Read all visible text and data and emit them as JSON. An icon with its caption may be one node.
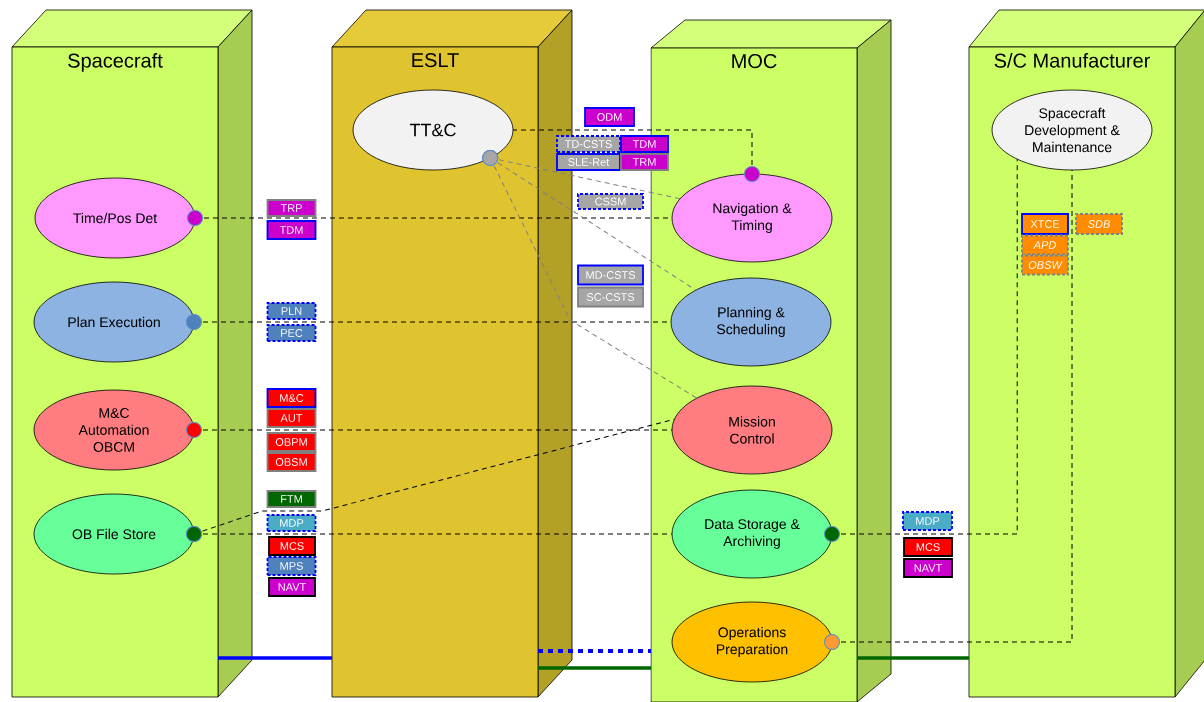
{
  "diagram": {
    "nodes": [
      {
        "text": [
          "Spacecraft"
        ]
      },
      {
        "text": [
          "Time/Pos Det"
        ],
        "in": 0
      },
      {
        "text": [
          "Plan Execution"
        ],
        "in": 0
      },
      {
        "text": [
          "M&C Automation OBCM"
        ],
        "in": 0
      },
      {
        "text": [
          "OB File Store"
        ],
        "in": 0
      },
      {
        "text": [
          "ESLT"
        ]
      },
      {
        "text": [
          "TT&C"
        ],
        "in": 5
      },
      {
        "text": [
          "MOC"
        ]
      },
      {
        "text": [
          "Navigation & Timing"
        ],
        "in": 7
      },
      {
        "text": [
          "Planning & Scheduling"
        ],
        "in": 7
      },
      {
        "text": [
          "Mission Control"
        ],
        "in": 7
      },
      {
        "text": [
          "Data Storage & Archiving"
        ],
        "in": 7
      },
      {
        "text": [
          "Operations Preparation"
        ],
        "in": 7
      },
      {
        "text": [
          "S/C Manufacturer"
        ]
      },
      {
        "text": [
          "Spacecraft Development & Maintenance"
        ],
        "in": 13
      },
      {
        "text": [
          "TRP"
        ]
      },
      {
        "text": [
          "TDM"
        ]
      },
      {
        "text": [
          "PLN"
        ]
      },
      {
        "text": [
          "PEC"
        ]
      },
      {
        "text": [
          "M&C"
        ]
      },
      {
        "text": [
          "AUT"
        ]
      },
      {
        "text": [
          "OBPM"
        ]
      },
      {
        "text": [
          "OBSM"
        ]
      },
      {
        "text": [
          "FTM"
        ]
      },
      {
        "text": [
          "MDP"
        ]
      },
      {
        "text": [
          "MCS"
        ]
      },
      {
        "text": [
          "MPS"
        ]
      },
      {
        "text": [
          "NAVT"
        ]
      },
      {
        "text": [
          "ODM"
        ]
      },
      {
        "text": [
          "TD-CSTS"
        ]
      },
      {
        "text": [
          "TDM"
        ]
      },
      {
        "text": [
          "SLE-Ret"
        ]
      },
      {
        "text": [
          "TRM"
        ]
      },
      {
        "text": [
          "CSSM"
        ]
      },
      {
        "text": [
          "MD-CSTS"
        ]
      },
      {
        "text": [
          "SC-CSTS"
        ]
      },
      {
        "text": [
          "MDP"
        ]
      },
      {
        "text": [
          "MCS"
        ]
      },
      {
        "text": [
          "NAVT"
        ]
      },
      {
        "text": [
          "XTCE"
        ],
        "in": 13
      },
      {
        "text": [
          "SDB"
        ],
        "in": 13
      },
      {
        "text": [
          "APD"
        ],
        "in": 13
      },
      {
        "text": [
          "OBSW"
        ],
        "in": 13
      }
    ],
    "edges": [
      {
        "from": 1,
        "to": 8,
        "arrow": "other",
        "style": "dashed"
      },
      {
        "from": 2,
        "to": 9,
        "arrow": "other",
        "style": "dashed"
      },
      {
        "from": 3,
        "to": 10,
        "arrow": "other",
        "style": "dashed"
      },
      {
        "from": 4,
        "to": 10,
        "arrow": "other",
        "style": "dashed"
      },
      {
        "from": 4,
        "to": 11,
        "arrow": "other",
        "style": "dashed"
      },
      {
        "from": 8,
        "to": 6,
        "arrow": "other",
        "style": "dashed"
      },
      {
        "from": 6,
        "to": 8,
        "arrow": "other",
        "style": "dashed",
        "color": "#808080"
      },
      {
        "from": 6,
        "to": 9,
        "arrow": "other",
        "style": "dashed",
        "color": "#808080"
      },
      {
        "from": 6,
        "to": 10,
        "arrow": "other",
        "style": "dashed",
        "color": "#808080"
      },
      {
        "from": 11,
        "to": 14,
        "arrow": "other",
        "style": "dashed"
      },
      {
        "from": 12,
        "to": 14,
        "arrow": "other",
        "style": "dashed"
      },
      {
        "from": 0,
        "to": 5,
        "arrow": "none",
        "style": "thick",
        "color": "#0000ff"
      },
      {
        "from": 5,
        "to": 7,
        "arrow": "none",
        "style": "dashed",
        "color": "#0000ff"
      },
      {
        "from": 5,
        "to": 7,
        "arrow": "none",
        "style": "thick",
        "color": "#006600"
      },
      {
        "from": 7,
        "to": 13,
        "arrow": "none",
        "style": "thick",
        "color": "#006600"
      }
    ]
  }
}
